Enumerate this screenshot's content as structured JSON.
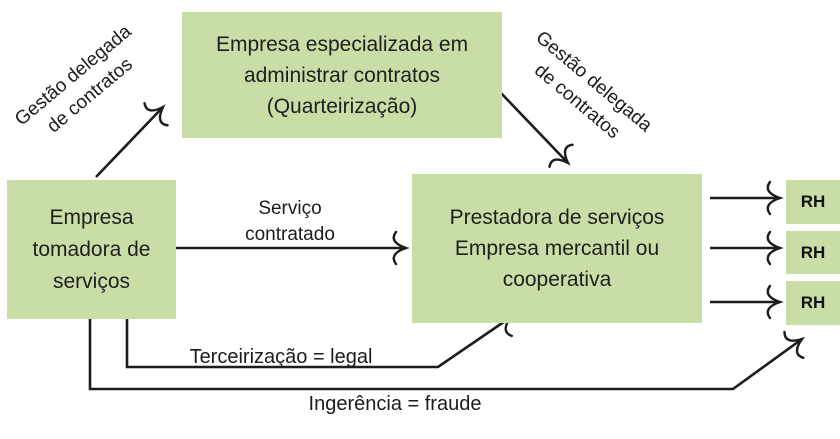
{
  "palette": {
    "box_green": "#c9dea6",
    "line_color": "#1c1c1c",
    "text_color": "#1f1f1f",
    "background": "#ffffff"
  },
  "boxes": {
    "specialized": {
      "lines": [
        "Empresa especializada em",
        "administrar contratos",
        "(Quarteirização)"
      ]
    },
    "tomadora": {
      "lines": [
        "Empresa",
        "tomadora de",
        "serviços"
      ]
    },
    "prestadora": {
      "lines": [
        "Prestadora de serviços",
        "Empresa mercantil ou",
        "cooperativa"
      ]
    },
    "rh": [
      "RH",
      "RH",
      "RH"
    ]
  },
  "labels": {
    "gestao_left": {
      "lines": [
        "Gestão delegada",
        "de contratos"
      ]
    },
    "gestao_right": {
      "lines": [
        "Gestão delegada",
        "de contratos"
      ]
    },
    "servico": {
      "lines": [
        "Serviço",
        "contratado"
      ]
    },
    "terceirizacao": "Terceirização = legal",
    "ingerencia": "Ingerência = fraude"
  }
}
